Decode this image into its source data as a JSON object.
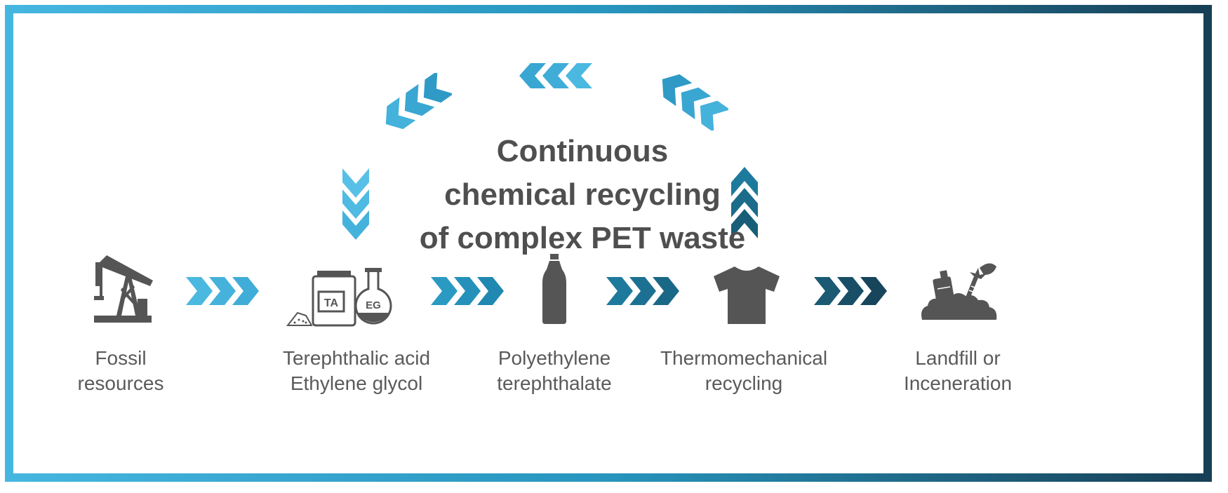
{
  "title_lines": [
    "Continuous",
    "chemical recycling",
    "of complex PET waste"
  ],
  "stages": [
    {
      "icon": "oil-pump-icon",
      "lines": [
        "Fossil",
        "resources"
      ]
    },
    {
      "icon": "chemicals-icon",
      "lines": [
        "Terephthalic acid",
        "Ethylene glycol"
      ],
      "tags": [
        "TA",
        "EG"
      ]
    },
    {
      "icon": "bottle-icon",
      "lines": [
        "Polyethylene",
        "terephthalate"
      ]
    },
    {
      "icon": "tshirt-icon",
      "lines": [
        "Thermomechanical",
        "recycling"
      ]
    },
    {
      "icon": "landfill-icon",
      "lines": [
        "Landfill or",
        "Inceneration"
      ]
    }
  ],
  "colors": {
    "light_blue": "#4bb8e0",
    "mid_blue": "#2a94bd",
    "dark_teal": "#1a5a74",
    "icon_gray": "#555555",
    "text_gray": "#5a5a5a",
    "title_gray": "#4f4f4f"
  }
}
